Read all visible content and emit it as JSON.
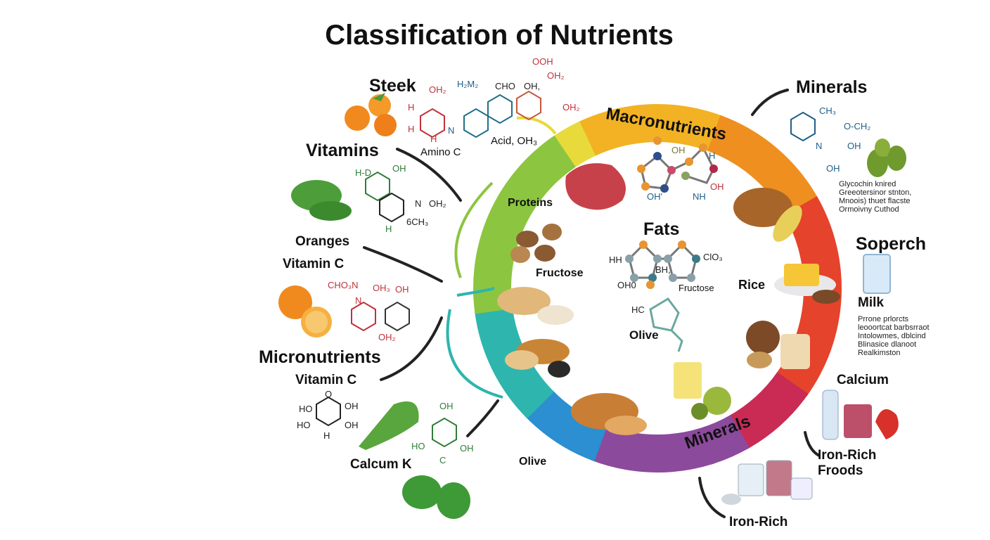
{
  "title": "Classification of Nutrients",
  "ring": {
    "macronutrients": "Macronutrients",
    "minerals": "Minerals",
    "colors": [
      "#e8da3a",
      "#f2b224",
      "#ee8f1f",
      "#e5432b",
      "#c92b55",
      "#8c4a9c",
      "#2b8fd1",
      "#2eb5ae",
      "#8cc540"
    ]
  },
  "labels": {
    "steek": "Steek",
    "vitamins": "Vitamins",
    "oranges": "Oranges",
    "vitamin_c_1": "Vitamin C",
    "micronutrients": "Micronutrients",
    "vitamin_c_2": "Vitamin C",
    "calcum_k": "Calcum K",
    "minerals_top": "Minerals",
    "soperch": "Soperch",
    "milk": "Milk",
    "calcium": "Calcium",
    "iron_rich_foods": "Iron-Rich Froods",
    "iron_rich": "Iron-Rich",
    "proteins": "Proteins",
    "fructose_1": "Fructose",
    "fats": "Fats",
    "fructose_2": "Fructose",
    "olive_1": "Olive",
    "olive_2": "Olive",
    "rice": "Rice",
    "amino": "Amino C",
    "acid": "Acid, OH₃"
  },
  "chem": {
    "oh2_a": "OH₂",
    "h_a": "H",
    "h_b": "H",
    "h_c": "H",
    "hnm2": "H₂M₂",
    "n_a": "N",
    "cho": "CHO",
    "oh_a": "OH,",
    "ooh": "OOH",
    "oh2_b": "OH₂",
    "oh2_c": "OH₂",
    "ch3": "CH₃",
    "och2": "O-CH₂",
    "n_b": "N",
    "oh_b": "OH",
    "oh_c": "OH",
    "hd": "H-D",
    "oh_d": "OH",
    "n_c": "N",
    "oh2_d": "OH₂",
    "h_d": "H",
    "ch3_b": "6CH₃",
    "cho3n": "CHO₃N",
    "oh3": "OH₃",
    "oh_e": "OH",
    "n_d": "N",
    "oh2_e": "OH₂",
    "ho_a": "HO",
    "ho_b": "HO",
    "oh_f": "OH",
    "oh_g": "OH",
    "o_a": "O",
    "h_e": "H",
    "oh_h": "OH",
    "ho_c": "HO",
    "oh_i": "OH",
    "c_a": "C",
    "fat_oh": "OH",
    "fat_h": "H",
    "fat_oh2": "OH",
    "fat_oh3": "OH'",
    "fat_nh": "NH",
    "hh": "HH",
    "oho": "OH0",
    "bh": "BH,",
    "cio3": "ClO₃",
    "hc": "HC"
  },
  "paragraphs": {
    "minerals_note": [
      "Glycochin knired",
      "Greeotersinor stnton,",
      "Mnoois) thuet flacste",
      "Ormoivny Cuthod"
    ],
    "milk_note": [
      "Prrone prlorcts",
      "leooortcat barbsrraot",
      "Intolowmes, dblcind",
      "Blinasice dlanoot",
      "Realkimston"
    ]
  }
}
